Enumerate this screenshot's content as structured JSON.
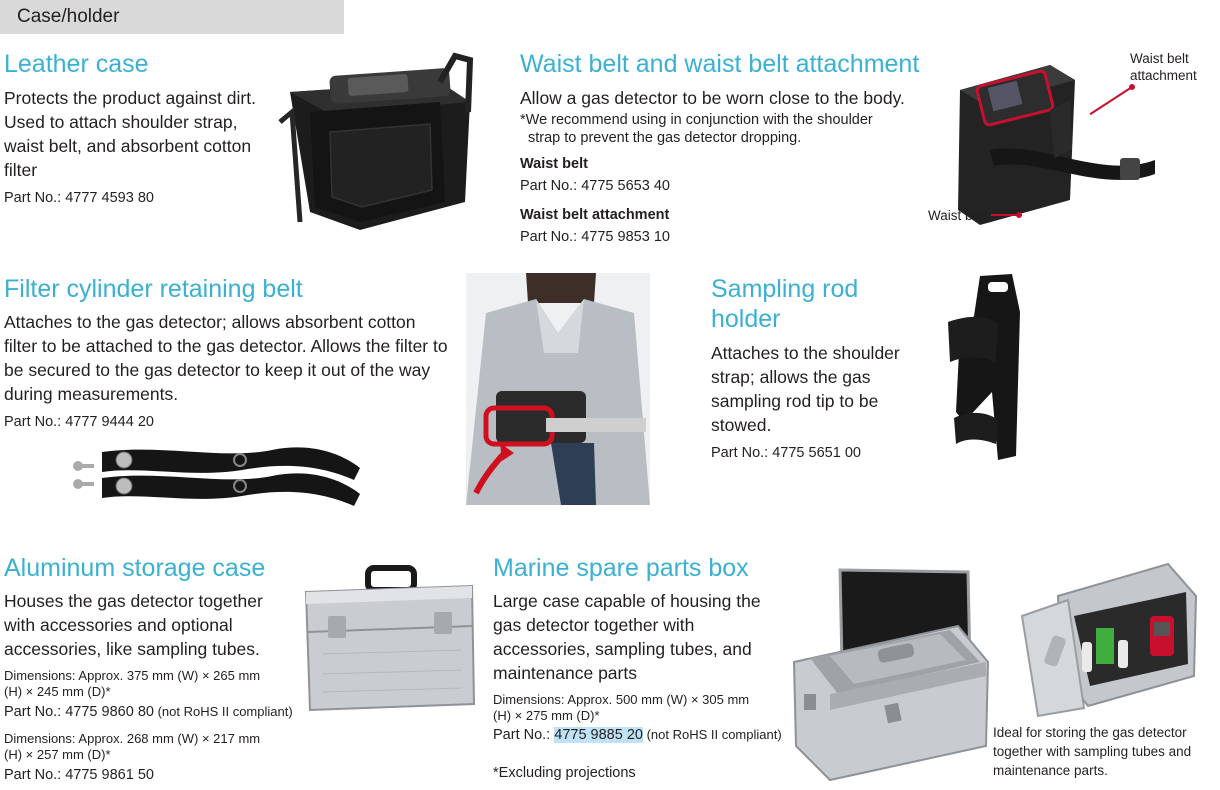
{
  "section": {
    "title": "Case/holder"
  },
  "leather_case": {
    "title": "Leather case",
    "description": "Protects the product against dirt. Used to attach shoulder strap, waist belt, and absorbent cotton filter",
    "part_no": "Part No.: 4777 4593 80"
  },
  "waist_belt": {
    "title": "Waist belt and waist belt attachment",
    "description": "Allow a gas detector to be worn close to the body.",
    "note_line1": "*We recommend using in conjunction with the shoulder",
    "note_line2": "strap to prevent the gas detector dropping.",
    "belt_label": "Waist belt",
    "belt_part_no": "Part No.: 4775 5653 40",
    "attachment_label": "Waist belt attachment",
    "attachment_part_no": "Part No.: 4775 9853 10",
    "callout_attachment_line1": "Waist belt",
    "callout_attachment_line2": "attachment",
    "callout_belt": "Waist belt"
  },
  "filter_belt": {
    "title": "Filter cylinder retaining belt",
    "description": "Attaches to the gas detector; allows absorbent cotton filter to be attached to the gas detector. Allows the filter to be secured to the gas detector to keep it out of the way during measurements.",
    "part_no": "Part No.: 4777 9444 20"
  },
  "sampling_rod": {
    "title_line1": "Sampling rod",
    "title_line2": "holder",
    "description": "Attaches to the shoulder strap; allows the gas sampling rod tip to be stowed.",
    "part_no": "Part No.: 4775 5651 00"
  },
  "aluminum_case": {
    "title": "Aluminum storage case",
    "description": "Houses the gas detector together with accessories and optional accessories, like sampling tubes.",
    "dims1_line1": "Dimensions: Approx. 375 mm (W) × 265 mm",
    "dims1_line2": "(H) × 245 mm (D)*",
    "part1_prefix": "Part No.: 4775 9860 80",
    "part1_suffix": " (not RoHS II compliant)",
    "dims2_line1": "Dimensions: Approx. 268 mm (W) × 217 mm",
    "dims2_line2": "(H) × 257 mm (D)*",
    "part2": "Part No.: 4775 9861 50"
  },
  "marine_box": {
    "title": "Marine spare parts box",
    "description": "Large case capable of housing the gas detector together with accessories, sampling tubes, and maintenance parts",
    "dims_line1": "Dimensions: Approx. 500 mm (W) × 305 mm",
    "dims_line2": "(H) × 275 mm (D)*",
    "part_prefix": "Part No.: ",
    "part_number": "4775 9885 20",
    "part_suffix": " (not RoHS II compliant)",
    "footnote": "*Excluding projections",
    "caption": "Ideal for storing the gas detector together with sampling tubes and maintenance parts."
  }
}
